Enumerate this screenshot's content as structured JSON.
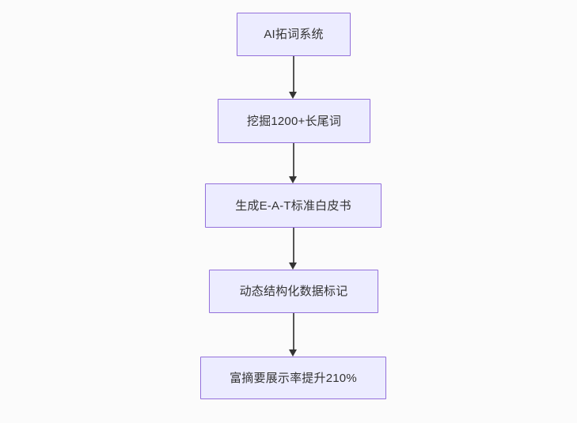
{
  "diagram": {
    "type": "flowchart",
    "direction": "top-down",
    "colors": {
      "background": "#fbfbfb",
      "node_fill": "#ececff",
      "node_border": "#9370db",
      "node_text": "#333333",
      "arrow_line": "#555555",
      "arrow_head": "#333333"
    },
    "nodes": [
      {
        "label": "AI拓词系统"
      },
      {
        "label": "挖掘1200+长尾词"
      },
      {
        "label": "生成E-A-T标准白皮书"
      },
      {
        "label": "动态结构化数据标记"
      },
      {
        "label": "富摘要展示率提升210%"
      }
    ],
    "edges": [
      {
        "from": 0,
        "to": 1,
        "style": "solid-arrow"
      },
      {
        "from": 1,
        "to": 2,
        "style": "solid-arrow"
      },
      {
        "from": 2,
        "to": 3,
        "style": "solid-arrow"
      },
      {
        "from": 3,
        "to": 4,
        "style": "solid-arrow"
      }
    ]
  }
}
